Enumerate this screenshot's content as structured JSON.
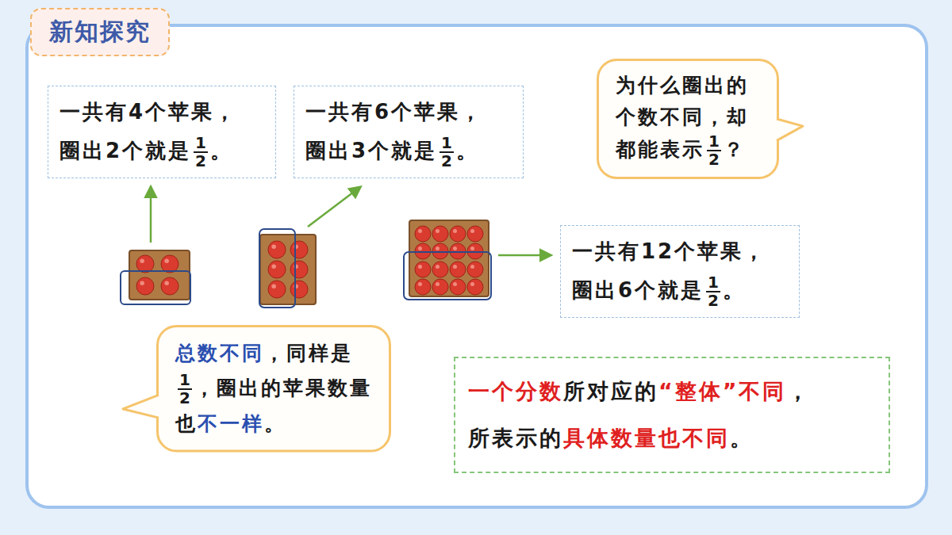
{
  "diagram": {
    "title": "新知探究",
    "nodes": [
      {
        "text": [
          "一共有4个苹果，",
          "圈出2个就是",
          "1",
          "2",
          "。"
        ]
      },
      {
        "text": [
          "一共有6个苹果，",
          "圈出3个就是",
          "1",
          "2",
          "。"
        ]
      },
      {
        "text": [
          "为什么圈出的个数不同，却都能表示",
          "1",
          "2",
          "？"
        ]
      },
      {
        "text": [
          "一共有12个苹果，",
          "圈出6个就是",
          "1",
          "2",
          "。"
        ]
      },
      {
        "text": [
          "总数不同",
          "，同样是",
          "1",
          "2",
          "，圈出的苹果数量也",
          "不一样",
          "。"
        ]
      },
      {
        "text": [
          "一个分数",
          "所对应的",
          "“整体”不同",
          "，",
          "所表示的",
          "具体数量也不同",
          "。"
        ]
      }
    ]
  }
}
